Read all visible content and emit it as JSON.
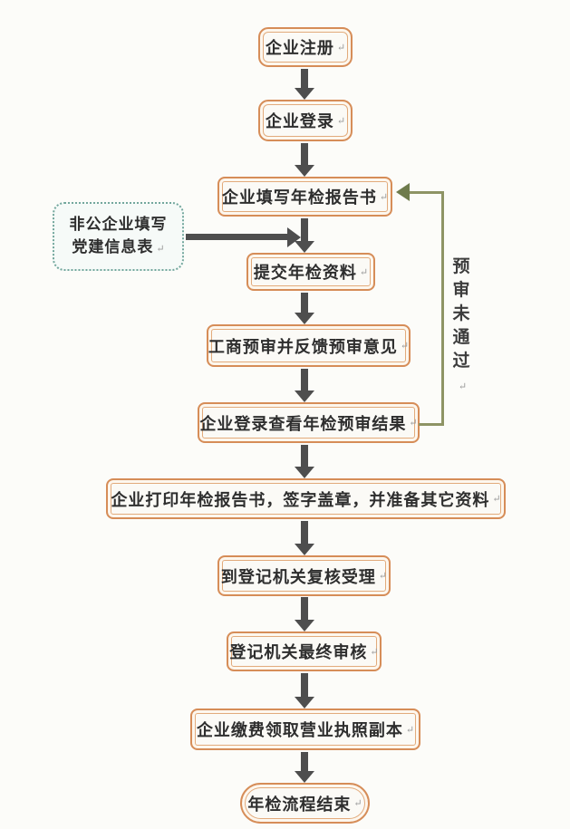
{
  "flowchart": {
    "return_mark": "↵",
    "loop_label": "预审未通过",
    "side_note": {
      "line1": "非公企业填写",
      "line2": "党建信息表"
    },
    "nodes": [
      {
        "id": "register",
        "label": "企业注册"
      },
      {
        "id": "login",
        "label": "企业登录"
      },
      {
        "id": "fill-annual-report",
        "label": "企业填写年检报告书"
      },
      {
        "id": "submit-materials",
        "label": "提交年检资料"
      },
      {
        "id": "pre-review-feedback",
        "label": "工商预审并反馈预审意见"
      },
      {
        "id": "view-pre-review-result",
        "label": "企业登录查看年检预审结果"
      },
      {
        "id": "print-sign-prepare",
        "label": "企业打印年检报告书，签字盖章，并准备其它资料"
      },
      {
        "id": "registry-recheck",
        "label": "到登记机关复核受理"
      },
      {
        "id": "registry-final-review",
        "label": "登记机关最终审核"
      },
      {
        "id": "pay-get-license-copy",
        "label": "企业缴费领取营业执照副本"
      },
      {
        "id": "end",
        "label": "年检流程结束"
      }
    ],
    "colors": {
      "box_border": "#d68d58",
      "box_border_inner": "#e2ab7c",
      "box_fill": "#fbfaf6",
      "dashed_border": "#73a79d",
      "dashed_fill": "#f6faf8",
      "arrow": "#4e4e4e",
      "loop_line": "#8e9465",
      "loop_arrowhead": "#6e7b4c",
      "text": "#2e2e2e",
      "page_bg": "#fcfcf9"
    }
  }
}
